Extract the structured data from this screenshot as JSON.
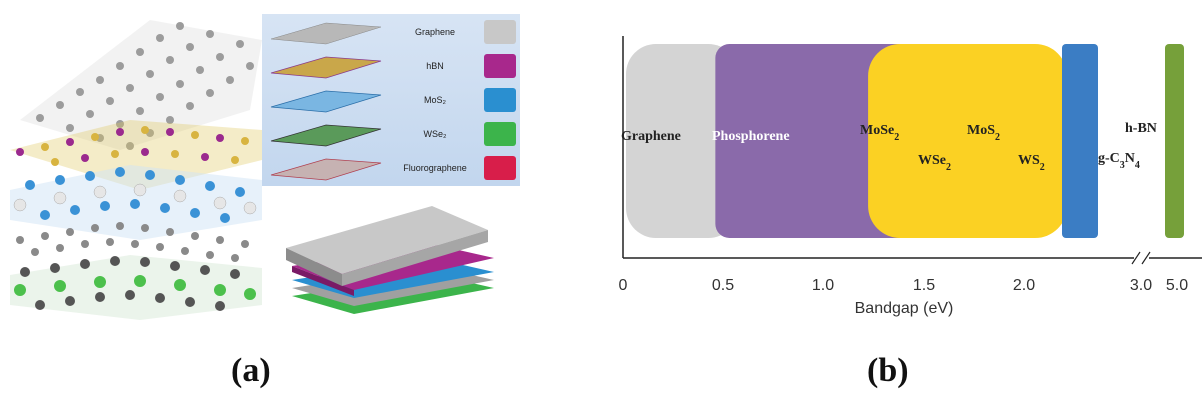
{
  "panel_a": {
    "caption": "(a)",
    "legend": [
      {
        "label": "Graphene",
        "color": "#c8c8c8"
      },
      {
        "label": "hBN",
        "color": "#a8288c"
      },
      {
        "label": "MoS₂",
        "color": "#2a8fd0"
      },
      {
        "label": "WSe₂",
        "color": "#3cb44b"
      },
      {
        "label": "Fluorographene",
        "color": "#d81e4a"
      }
    ]
  },
  "panel_b": {
    "caption": "(b)"
  },
  "chart_data": {
    "type": "bar",
    "xlabel": "Bandgap (eV)",
    "x_ticks": [
      "0",
      "0.5",
      "1.0",
      "1.5",
      "2.0",
      "3.0",
      "5.0"
    ],
    "axis_break": "between 3.0 and 5.0",
    "materials": [
      {
        "name": "Graphene",
        "range": [
          0,
          0.3
        ],
        "color": "#d4d4d4"
      },
      {
        "name": "Phosphorene",
        "range": [
          0.35,
          1.0
        ],
        "color": "#8a6aaa"
      },
      {
        "name": "MoSe",
        "sub": "2",
        "value": 1.55,
        "color": "#fbd123"
      },
      {
        "name": "WSe",
        "sub": "2",
        "value": 1.65,
        "color": "#fbd123"
      },
      {
        "name": "MoS",
        "sub": "2",
        "value": 1.8,
        "color": "#fbd123"
      },
      {
        "name": "WS",
        "sub": "2",
        "value": 2.0,
        "color": "#fbd123"
      },
      {
        "name": "g-C",
        "sub": "3",
        "mid": "N",
        "sub2": "4",
        "value": 2.7,
        "color": "#3b7dc4"
      },
      {
        "name": "h-BN",
        "value": 5.5,
        "color": "#76a03a"
      }
    ],
    "yellow_band_range": [
      1.1,
      2.1
    ]
  }
}
